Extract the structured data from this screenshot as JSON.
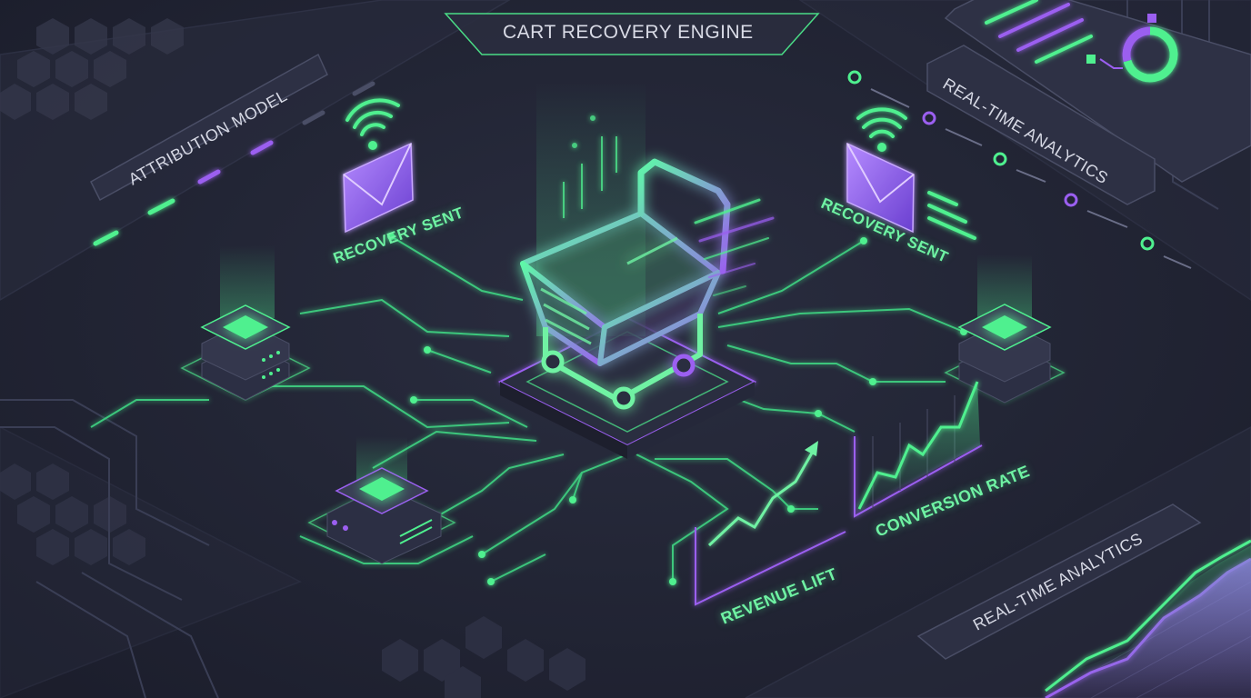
{
  "header": {
    "title": "CART RECOVERY ENGINE"
  },
  "panels": {
    "attribution": {
      "label": "ATTRIBUTION MODEL"
    },
    "analytics_top": {
      "label": "REAL-TIME ANALYTICS"
    },
    "analytics_bottom": {
      "label": "REAL-TIME ANALYTICS"
    }
  },
  "nodes": {
    "recovery_left": {
      "label": "RECOVERY SENT"
    },
    "recovery_right": {
      "label": "RECOVERY SENT"
    },
    "revenue": {
      "label": "REVENUE LIFT"
    },
    "conversion": {
      "label": "CONVERSION RATE"
    }
  },
  "colors": {
    "background": "#232636",
    "accent_green": "#4ff08f",
    "accent_purple": "#9b5ff0",
    "panel": "#2c2f42"
  },
  "icons": [
    "shopping-cart-icon",
    "envelope-icon",
    "wifi-icon",
    "server-icon",
    "bar-chart-icon",
    "line-chart-icon",
    "donut-chart-icon"
  ]
}
